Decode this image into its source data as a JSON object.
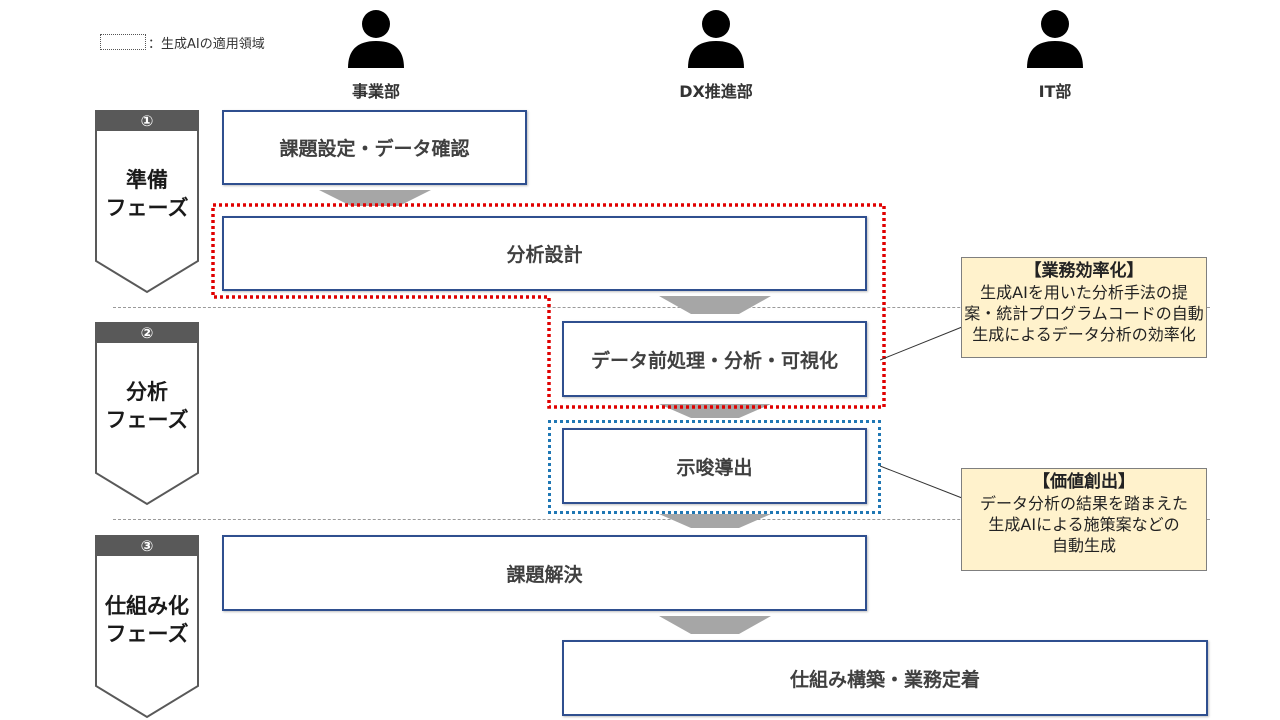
{
  "legend": {
    "label": "：生成AIの適用領域"
  },
  "roles": [
    "事業部",
    "DX推進部",
    "IT部"
  ],
  "phases": [
    {
      "number": "①",
      "title_line1": "準備",
      "title_line2": "フェーズ"
    },
    {
      "number": "②",
      "title_line1": "分析",
      "title_line2": "フェーズ"
    },
    {
      "number": "③",
      "title_line1": "仕組み化",
      "title_line2": "フェーズ"
    }
  ],
  "steps": [
    "課題設定・データ確認",
    "分析設計",
    "データ前処理・分析・可視化",
    "示唆導出",
    "課題解決",
    "仕組み構築・業務定着"
  ],
  "callouts": [
    {
      "title": "【業務効率化】",
      "lines": [
        "生成AIを用いた分析手法の提",
        "案・統計プログラムコードの自動",
        "生成によるデータ分析の効率化"
      ]
    },
    {
      "title": "【価値創出】",
      "lines": [
        "データ分析の結果を踏まえた",
        "生成AIによる施策案などの",
        "自動生成"
      ]
    }
  ],
  "colors": {
    "box_border": "#2F4F8F",
    "arrow": "#A6A6A6",
    "phase_band": "#595959",
    "efficiency_outline": "#E00000",
    "value_outline": "#1F77B4",
    "callout_fill": "#FFF2CC"
  },
  "icons": [
    "person-icon"
  ]
}
